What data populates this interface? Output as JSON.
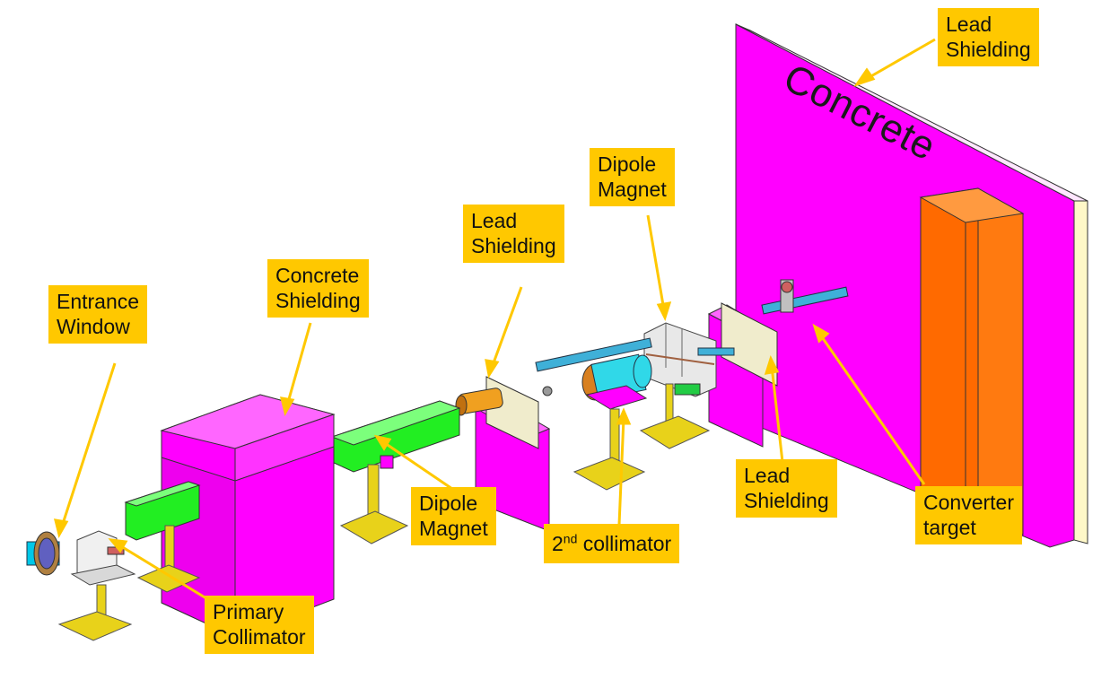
{
  "labels": {
    "entrance_window": [
      "Entrance",
      "Window"
    ],
    "concrete_shielding": [
      "Concrete",
      "Shielding"
    ],
    "lead_shielding_left": [
      "Lead",
      "Shielding"
    ],
    "dipole_magnet_upper": [
      "Dipole",
      "Magnet"
    ],
    "lead_shielding_top": [
      "Lead",
      "Shielding"
    ],
    "lead_shielding_lower": [
      "Lead",
      "Shielding"
    ],
    "converter_target": [
      "Converter",
      "target"
    ],
    "second_collimator": {
      "pre": "2",
      "sup": "nd",
      "post": " collimator"
    },
    "dipole_magnet_lower": [
      "Dipole",
      "Magnet"
    ],
    "primary_collimator": [
      "Primary",
      "Collimator"
    ]
  },
  "wall_text": "Concrete",
  "colors": {
    "label_bg": "#ffc800",
    "arrow": "#ffc800",
    "magenta_shield": "#ff00ff",
    "orange_block": "#ff6a00",
    "green_magnet": "#22ee22",
    "cyan_pipe": "#00d0e0",
    "cream_lead": "#f0eccc",
    "support_yellow": "#e8d21a"
  }
}
